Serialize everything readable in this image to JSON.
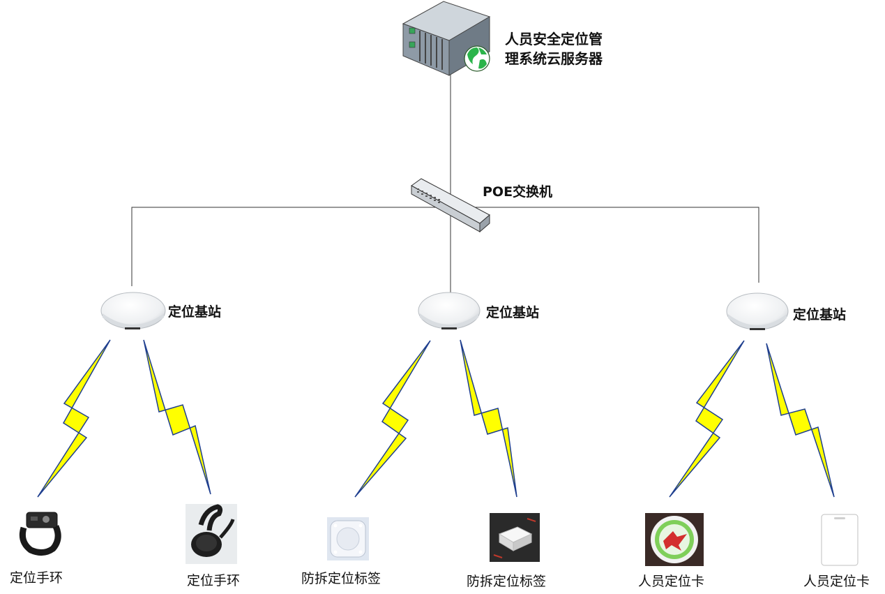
{
  "server": {
    "title_line1": "人员安全定位管",
    "title_line2": "理系统云服务器",
    "icon": "server-with-globe-icon"
  },
  "switch": {
    "label": "POE交换机",
    "icon": "network-switch-icon"
  },
  "base_stations": [
    {
      "label": "定位基站",
      "icon": "ceiling-base-station-icon"
    },
    {
      "label": "定位基站",
      "icon": "ceiling-base-station-icon"
    },
    {
      "label": "定位基站",
      "icon": "ceiling-base-station-icon"
    }
  ],
  "devices": [
    {
      "label": "定位手环",
      "icon": "wristband-icon"
    },
    {
      "label": "定位手环",
      "icon": "smart-band-icon"
    },
    {
      "label": "防拆定位标签",
      "icon": "tamper-proof-tag-icon"
    },
    {
      "label": "防拆定位标签",
      "icon": "tamper-proof-tag-icon"
    },
    {
      "label": "人员定位卡",
      "icon": "round-badge-card-icon"
    },
    {
      "label": "人员定位卡",
      "icon": "white-card-icon"
    }
  ],
  "colors": {
    "wire": "#333333",
    "lightning_fill": "#ffff00",
    "lightning_stroke": "#1f3f8f",
    "text": "#111111"
  }
}
